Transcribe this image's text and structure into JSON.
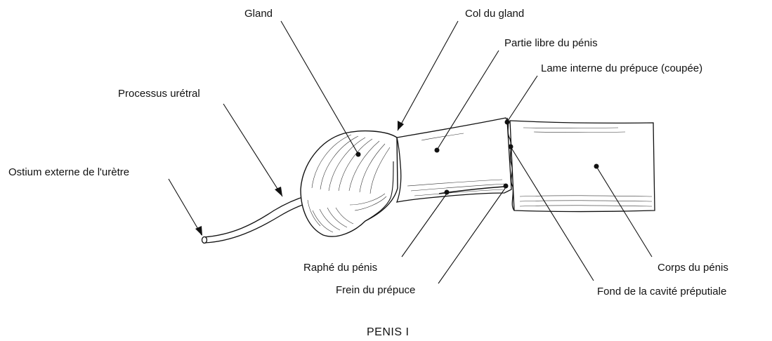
{
  "labels": {
    "gland": "Gland",
    "col_du_gland": "Col du gland",
    "partie_libre": "Partie libre du pénis",
    "lame_interne": "Lame interne du prépuce (coupée)",
    "processus_uretral": "Processus urétral",
    "ostium_externe": "Ostium externe de l'urètre",
    "raphe": "Raphé du pénis",
    "frein": "Frein du prépuce",
    "corps": "Corps du pénis",
    "fond_cavite": "Fond de la cavité préputiale"
  },
  "caption": "PENIS I",
  "colors": {
    "ink": "#111111",
    "background": "#ffffff"
  }
}
